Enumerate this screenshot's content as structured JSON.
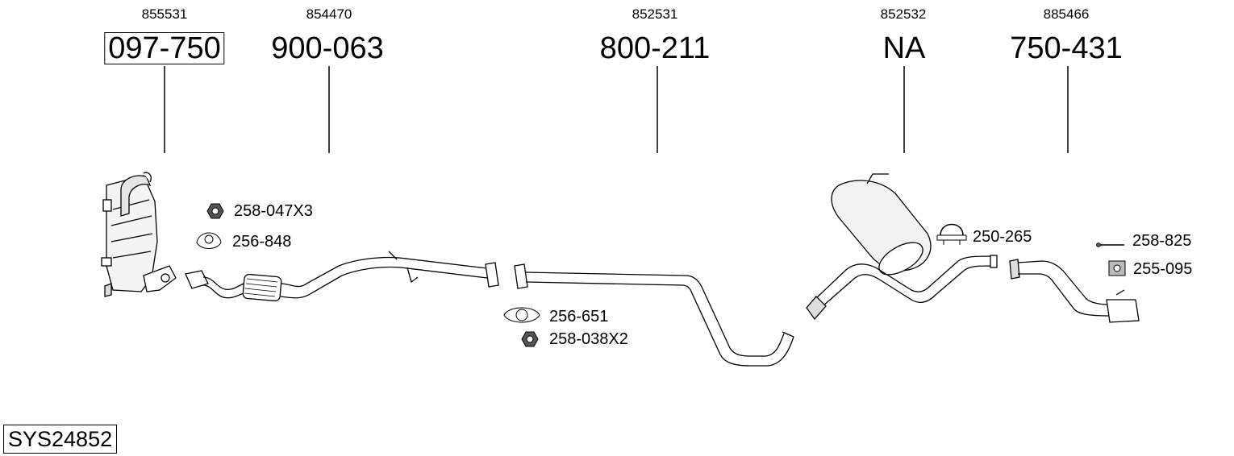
{
  "parts": [
    {
      "oem": "855531",
      "number": "097-750",
      "boxed": true
    },
    {
      "oem": "854470",
      "number": "900-063",
      "boxed": false
    },
    {
      "oem": "852531",
      "number": "800-211",
      "boxed": false
    },
    {
      "oem": "852532",
      "number": "NA",
      "boxed": false
    },
    {
      "oem": "885466",
      "number": "750-431",
      "boxed": false
    }
  ],
  "accessories": [
    {
      "label": "258-047X3",
      "icon": "nut-icon"
    },
    {
      "label": "256-848",
      "icon": "gasket-icon"
    },
    {
      "label": "256-651",
      "icon": "gasket-icon"
    },
    {
      "label": "258-038X2",
      "icon": "nut-icon"
    },
    {
      "label": "250-265",
      "icon": "clamp-icon"
    },
    {
      "label": "258-825",
      "icon": "bolt-icon"
    },
    {
      "label": "255-095",
      "icon": "rubber-mount-icon"
    }
  ],
  "system_id": "SYS24852"
}
